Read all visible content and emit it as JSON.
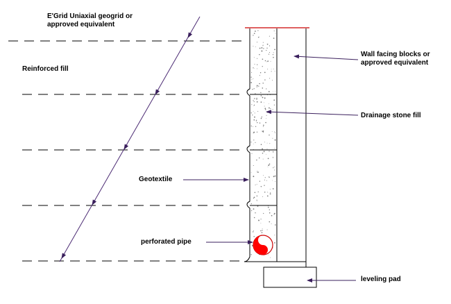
{
  "labels": {
    "geogrid_line1": "E'Grid Uniaxial geogrid or",
    "geogrid_line2": "approved equivalent",
    "reinforced_fill": "Reinforced fill",
    "wall_facing_line1": "Wall facing blocks or",
    "wall_facing_line2": "approved equivalent",
    "drainage_stone": "Drainage stone fill",
    "geotextile": "Geotextile",
    "perforated_pipe": "perforated pipe",
    "leveling_pad": "leveling pad"
  },
  "colors": {
    "line": "#000000",
    "leader": "#3a1f5c",
    "geogrid": "#4b2a73",
    "cap": "#cc0000",
    "pipe": "#ff0000",
    "stone_speckle": "#7a7a7a"
  },
  "counts": {
    "geogrid_layers": 5
  }
}
